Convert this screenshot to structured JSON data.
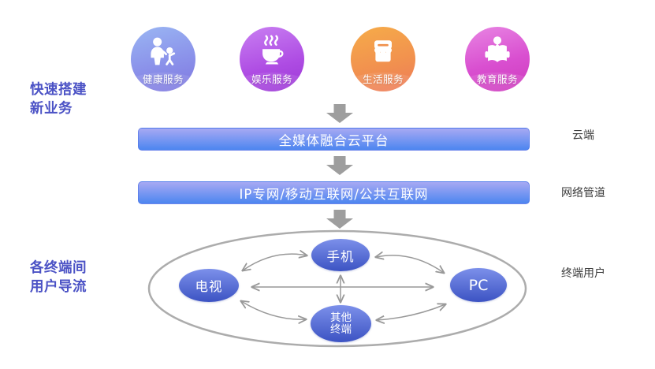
{
  "left_headings": {
    "top": {
      "line1": "快速搭建",
      "line2": "新业务"
    },
    "bottom": {
      "line1": "各终端间",
      "line2": "用户导流"
    }
  },
  "services": [
    {
      "id": "health",
      "label": "健康服务",
      "icon": "family-icon"
    },
    {
      "id": "entertainment",
      "label": "娱乐服务",
      "icon": "coffee-icon"
    },
    {
      "id": "life",
      "label": "生活服务",
      "icon": "storefront-icon"
    },
    {
      "id": "education",
      "label": "教育服务",
      "icon": "reading-icon"
    }
  ],
  "layers": {
    "cloud": {
      "label": "全媒体融合云平台",
      "side_label": "云端"
    },
    "network": {
      "label": "IP专网/移动互联网/公共互联网",
      "side_label": "网络管道"
    }
  },
  "terminal": {
    "side_label": "终端用户",
    "nodes": {
      "phone": {
        "label": "手机"
      },
      "tv": {
        "label": "电视"
      },
      "pc": {
        "label": "PC"
      },
      "other": {
        "line1": "其他",
        "line2": "终端"
      }
    }
  },
  "colors": {
    "heading_indigo": "#4B52C5",
    "bar_gradient_top": "#A7A9F3",
    "bar_gradient_bottom": "#4C86F0",
    "flow_arrow_gray": "#9E9E9E",
    "connector_gray": "#999999",
    "ellipse_stroke": "#ACACAC",
    "node_gradient_top": "#7C90EA",
    "node_gradient_bottom": "#3C53C3",
    "service_health_top": "#9AB6F3",
    "service_health_bottom": "#7F77DF",
    "service_fun_top": "#C97FF2",
    "service_fun_bottom": "#9C38D6",
    "service_life_top": "#F6AC49",
    "service_life_bottom": "#EE7A59",
    "service_edu_top": "#E885E3",
    "service_edu_bottom": "#CE3BBE",
    "side_label_gray": "#3C3C3C"
  }
}
